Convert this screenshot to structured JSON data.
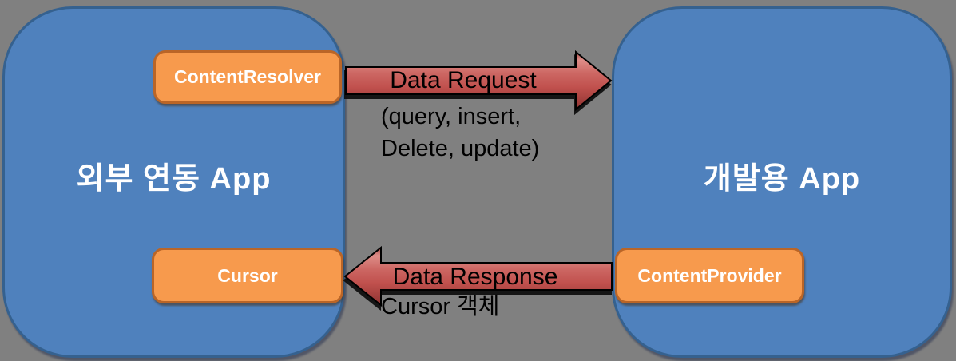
{
  "diagram": {
    "description": "Android ContentProvider data-sharing architecture diagram",
    "background_color": "#808080",
    "colors": {
      "app_box_fill": "#4F81BD",
      "app_box_border": "#35618F",
      "node_fill": "#F79A4D",
      "node_border": "#BA6527",
      "arrow_red": "#C0504D",
      "arrow_red_light": "#DE8E89",
      "arrow_red_dark": "#8E3331",
      "arrow_outline": "#000000",
      "title_text": "#FFFFFF",
      "label_text": "#000000"
    },
    "left_app": {
      "title": "외부 연동 App"
    },
    "right_app": {
      "title": "개발용 App"
    },
    "nodes": {
      "content_resolver": {
        "label": "ContentResolver"
      },
      "cursor": {
        "label": "Cursor"
      },
      "content_provider": {
        "label": "ContentProvider"
      }
    },
    "arrows": {
      "request": {
        "direction": "left-to-right",
        "label": "Data Request",
        "detail_lines": [
          "(query, insert,",
          "Delete, update)"
        ]
      },
      "response": {
        "direction": "right-to-left",
        "label": "Data Response",
        "detail": "Cursor 객체"
      }
    }
  }
}
